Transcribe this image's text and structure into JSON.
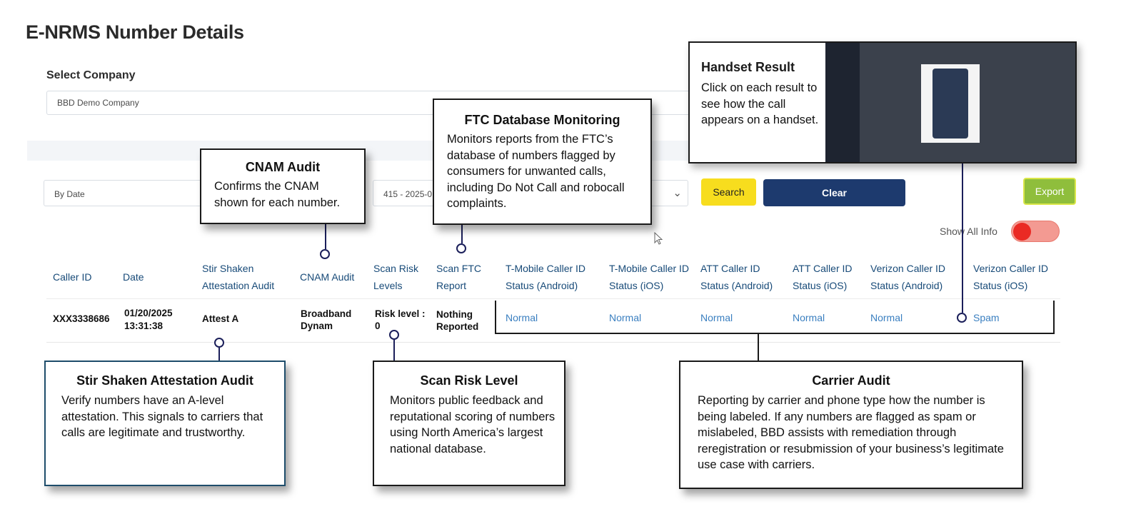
{
  "page": {
    "title": "E-NRMS Number Details"
  },
  "company": {
    "label": "Select Company",
    "value": "BBD Demo Company"
  },
  "filters": {
    "date_mode": "By Date",
    "tn_value": "415 - 2025-0",
    "search_label": "Search",
    "clear_label": "Clear",
    "export_label": "Export",
    "show_all_label": "Show All Info",
    "show_all_on": true
  },
  "colors": {
    "header_text": "#174a78",
    "link": "#3a7fc0",
    "search_button": "#f7dd1e",
    "clear_button": "#1d3a6e",
    "export_button": "#8fbe3c",
    "toggle_knob": "#ea2a24",
    "connector": "#1b1f5a"
  },
  "table": {
    "headers": [
      "Caller ID",
      "Date",
      "Stir Shaken Attestation Audit",
      "CNAM Audit",
      "Scan Risk Levels",
      "Scan FTC Report",
      "T-Mobile Caller ID Status (Android)",
      "T-Mobile Caller ID Status (iOS)",
      "ATT Caller ID Status (Android)",
      "ATT Caller ID Status (iOS)",
      "Verizon Caller ID Status (Android)",
      "Verizon Caller ID Status (iOS)"
    ],
    "row": {
      "caller_id": "XXX3338686",
      "date": "01/20/2025",
      "time": "13:31:38",
      "attestation": "Attest A",
      "cnam": "Broadband Dynam",
      "risk": "Risk level : 0",
      "ftc": "Nothing Reported",
      "tmo_android": "Normal",
      "tmo_ios": "Normal",
      "att_android": "Normal",
      "att_ios": "Normal",
      "vzw_android": "Normal",
      "vzw_ios": "Spam"
    }
  },
  "callouts": {
    "handset": {
      "title": "Handset Result",
      "body": "Click on each result to see how the call appears on a handset."
    },
    "ftc": {
      "title": "FTC Database Monitoring",
      "body": "Monitors reports from the FTC’s database of numbers flagged by consumers for unwanted calls, including Do Not Call and robocall complaints."
    },
    "cnam": {
      "title": "CNAM Audit",
      "body": "Confirms the CNAM shown for each number."
    },
    "stir": {
      "title": "Stir Shaken Attestation Audit",
      "body": "Verify numbers have an A-level attestation. This signals to carriers that calls are legitimate and trustworthy."
    },
    "risk": {
      "title": "Scan Risk Level",
      "body": "Monitors public feedback and reputational scoring of numbers using North America’s largest national database."
    },
    "carrier": {
      "title": "Carrier Audit",
      "body": "Reporting by carrier and phone type how the number is being labeled. If any numbers are flagged as spam or mislabeled,  BBD assists with remediation through reregistration or resubmission of your business’s legitimate use case with carriers."
    }
  }
}
